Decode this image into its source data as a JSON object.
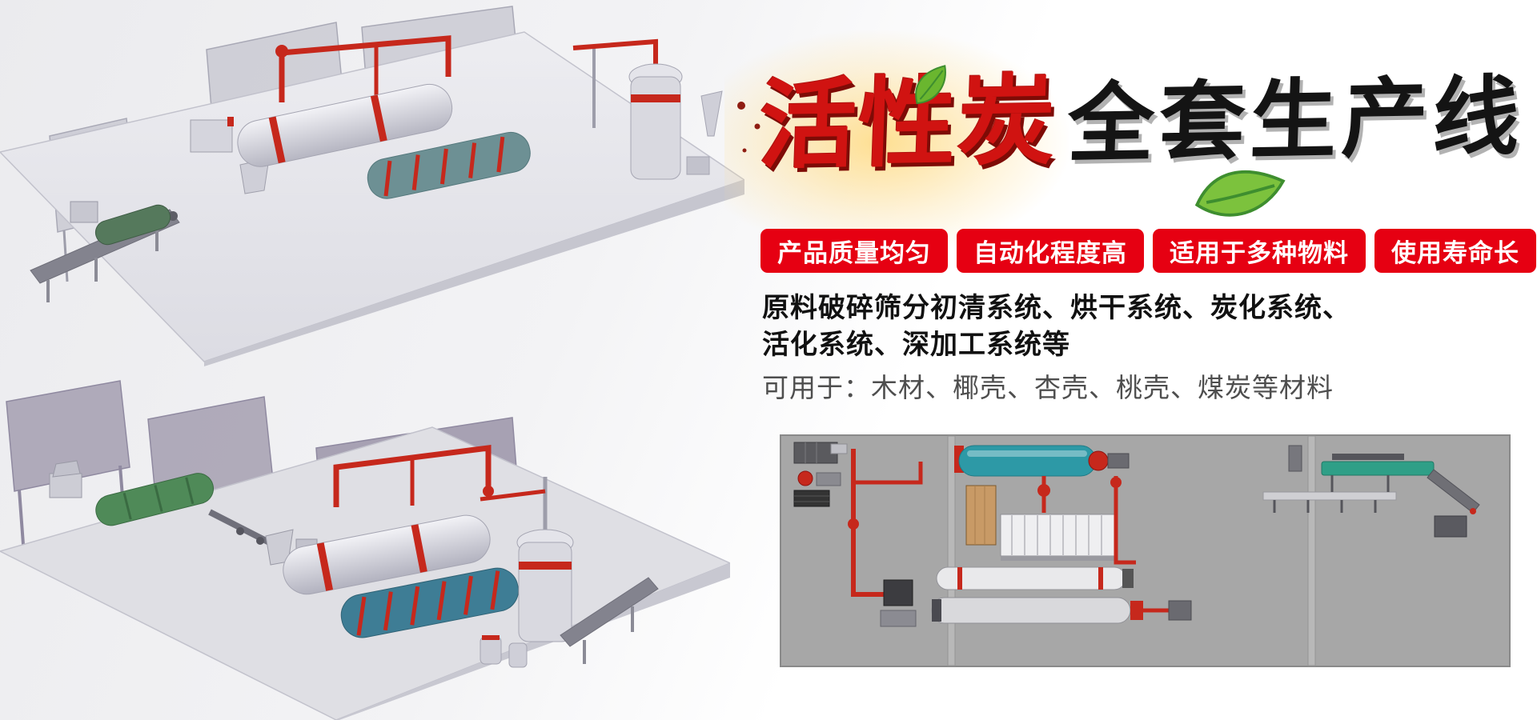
{
  "colors": {
    "accent": "#e60012",
    "title_red": "#d01311",
    "title_black": "#141414",
    "badge_bg": "#e60012",
    "diagram_bg": "#a7a7a7",
    "leaf_green": "#6ab62f"
  },
  "hero": {
    "title_red": "活性炭",
    "title_black": "全套生产线"
  },
  "badges": {
    "items": [
      {
        "label": "产品质量均匀"
      },
      {
        "label": "自动化程度高"
      },
      {
        "label": "适用于多种物料"
      },
      {
        "label": "使用寿命长"
      }
    ]
  },
  "description": {
    "line1": "原料破碎筛分初清系统、烘干系统、炭化系统、",
    "line2": "活化系统、深加工系统等",
    "materials": "可用于：木材、椰壳、杏壳、桃壳、煤炭等材料"
  },
  "illustrations": {
    "top": "activated-carbon-production-line-3d-render-top",
    "bottom": "activated-carbon-production-line-3d-render-bottom",
    "diagram": "production-line-top-view-layout-diagram"
  }
}
